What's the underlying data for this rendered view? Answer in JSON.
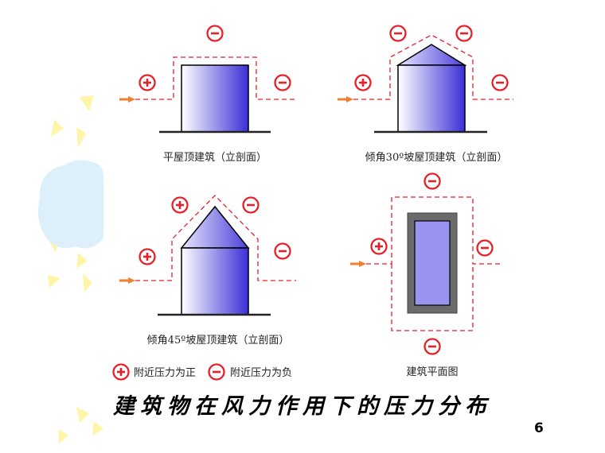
{
  "captions": {
    "flat_roof": "平屋顶建筑（立剖面）",
    "slope_30": "倾角30º坡屋顶建筑（立剖面）",
    "slope_45": "倾角45º坡屋顶建筑（立剖面）",
    "plan": "建筑平面图"
  },
  "legend": {
    "positive_text": "附近压力为正",
    "negative_text": "附近压力为负"
  },
  "title": "建筑物在风力作用下的压力分布",
  "page_number": "6",
  "colors": {
    "pressure_line": "#e8202a",
    "wind_arrow": "#f08030",
    "building_light": "#ffffff",
    "building_dark": "#3a2fd6",
    "ground": "#222222",
    "plan_fill": "#9a93f0",
    "plan_border": "#666666",
    "sun_yellow": "#fff5a8",
    "cloud_blue": "#dceffb"
  }
}
